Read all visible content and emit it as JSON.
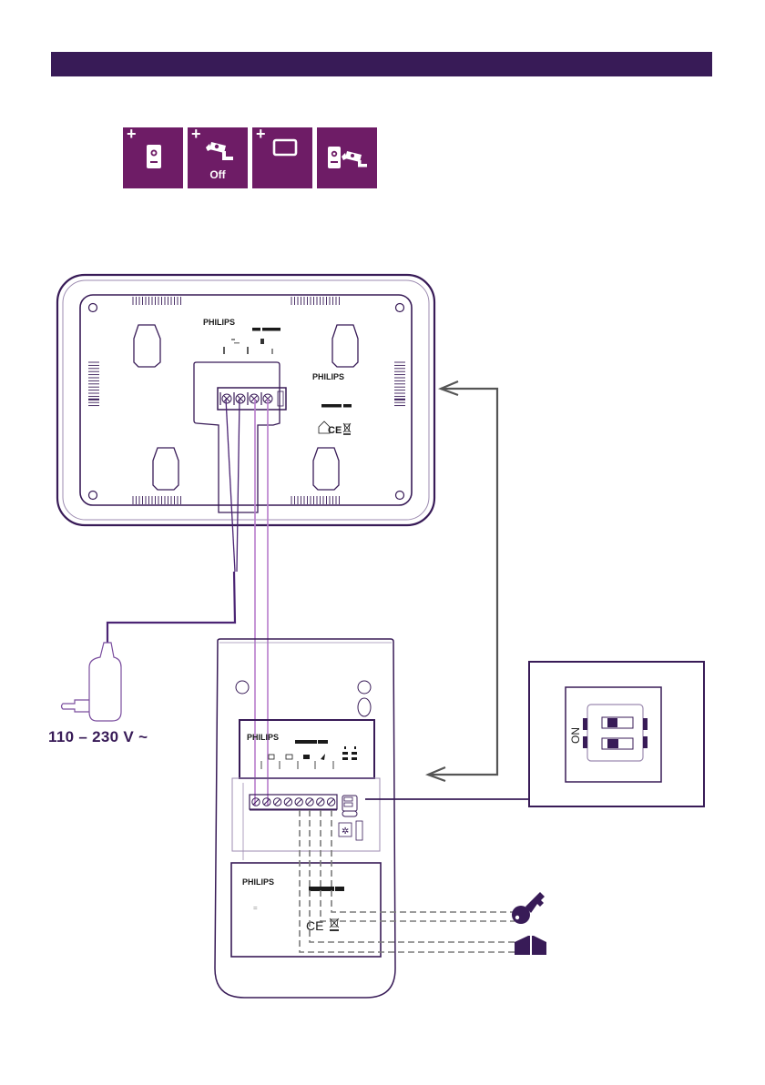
{
  "header": {
    "color": "#381b57"
  },
  "mode_selector": {
    "tile_color": "#6e1c66",
    "tiles": [
      {
        "id": "add-door-station",
        "plus": "+",
        "icon": "door-station-icon",
        "caption": ""
      },
      {
        "id": "add-camera",
        "plus": "+",
        "icon": "cctv-camera-icon",
        "caption": "Off"
      },
      {
        "id": "add-monitor",
        "plus": "+",
        "icon": "monitor-icon",
        "caption": ""
      },
      {
        "id": "door-station-camera",
        "plus": "",
        "icon": "door-station-camera-icon",
        "caption": ""
      }
    ]
  },
  "monitor": {
    "brand_label_top": "PHILIPS",
    "brand_label_side": "PHILIPS",
    "terminals": 4,
    "certification_marks": "CE"
  },
  "power_adapter": {
    "voltage_label": "110 – 230 V ~"
  },
  "door_station": {
    "brand_label_top": "PHILIPS",
    "brand_label_bottom": "PHILIPS",
    "terminals": 8,
    "certification_marks": "CE",
    "equals_mark": "="
  },
  "dip_switch": {
    "label": "ON",
    "switches": [
      {
        "index": 1,
        "state": "off"
      },
      {
        "index": 2,
        "state": "off"
      }
    ]
  },
  "outputs": [
    {
      "id": "lock-output",
      "icon": "key-icon"
    },
    {
      "id": "gate-output",
      "icon": "gate-icon"
    }
  ],
  "colors": {
    "dark_purple": "#381b57",
    "tile_purple": "#6e1c66",
    "wire_light": "#b77ccc",
    "wire_dark": "#4b2474",
    "arrow_gray": "#555555",
    "dashed_gray": "#7a7a7a"
  }
}
